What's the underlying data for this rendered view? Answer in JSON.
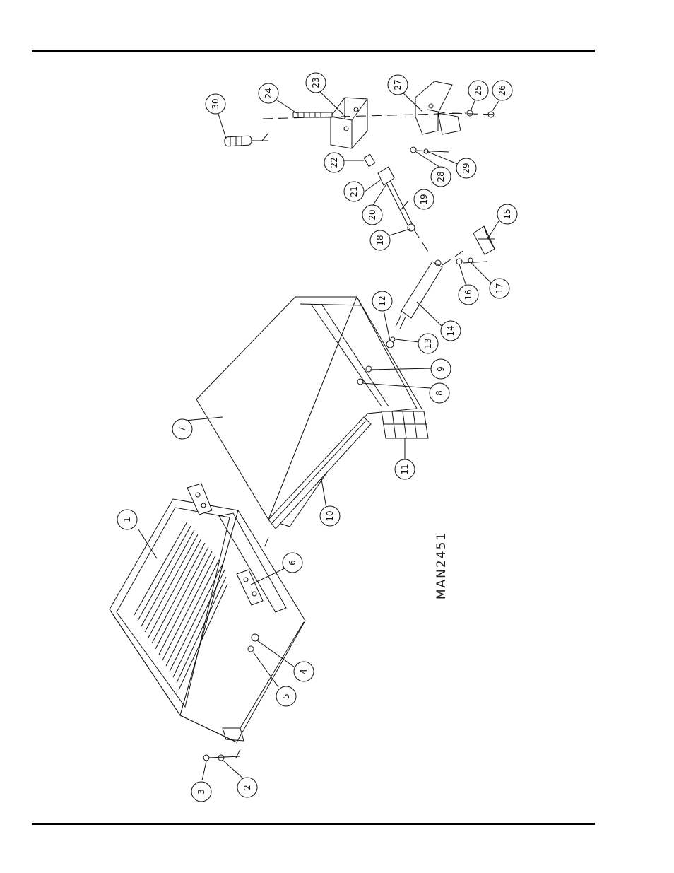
{
  "drawing": {
    "id": "MAN2451",
    "callouts": [
      "1",
      "2",
      "3",
      "4",
      "5",
      "6",
      "7",
      "8",
      "9",
      "10",
      "11",
      "12",
      "13",
      "14",
      "15",
      "16",
      "17",
      "18",
      "19",
      "20",
      "21",
      "22",
      "23",
      "24",
      "25",
      "26",
      "27",
      "28",
      "29",
      "30"
    ]
  }
}
